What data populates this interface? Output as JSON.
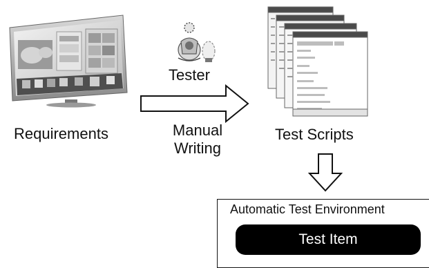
{
  "diagram": {
    "requirements_label": "Requirements",
    "tester_label": "Tester",
    "manual_writing_label": "Manual\nWriting",
    "test_scripts_label": "Test Scripts",
    "environment": {
      "title": "Automatic Test Environment",
      "item_label": "Test Item"
    }
  },
  "icons": [
    "tv-screen-icon",
    "tester-person-icon",
    "test-script-documents-icon",
    "right-arrow",
    "down-arrow"
  ]
}
